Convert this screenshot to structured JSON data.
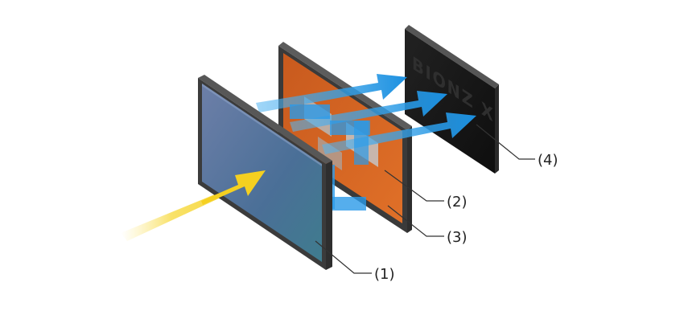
{
  "labels": {
    "sensor": "(1)",
    "circuit": "(2)",
    "memory": "(3)",
    "processor": "(4)"
  },
  "chip_text": "BIONZ X",
  "colors": {
    "sensor_face": "#4a6f97",
    "frame": "#3b3b3b",
    "circuit_board": "#d8641f",
    "processor": "#151515",
    "light_beam": "#f5d020",
    "data_arrow": "#1a8fe0"
  }
}
